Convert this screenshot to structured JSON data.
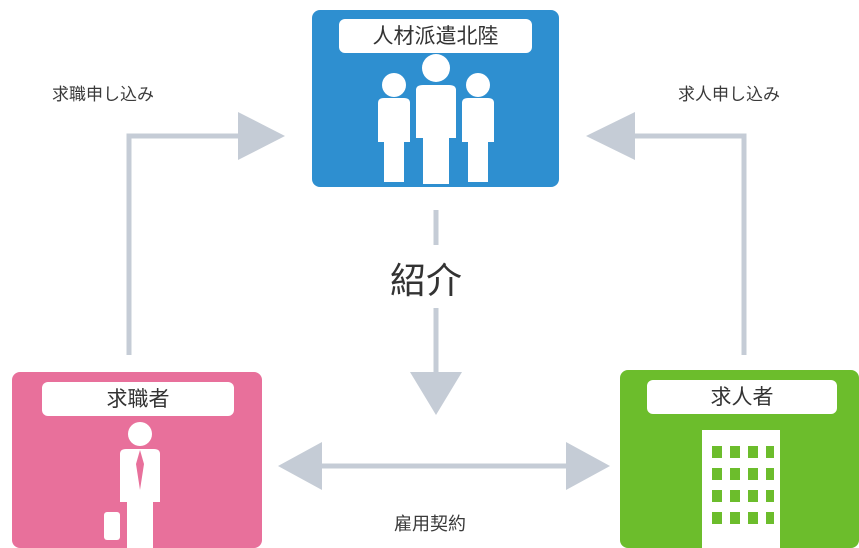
{
  "nodes": {
    "agency": {
      "label": "人材派遣北陸",
      "color": "#2e8fd0",
      "icon": "group-of-people-icon"
    },
    "seeker": {
      "label": "求職者",
      "color": "#e8709b",
      "icon": "businessperson-icon"
    },
    "employer": {
      "label": "求人者",
      "color": "#6cbd2c",
      "icon": "office-building-icon"
    }
  },
  "edges": {
    "seeker_application": {
      "label": "求職申し込み"
    },
    "job_offer_application": {
      "label": "求人申し込み"
    },
    "introduction": {
      "label": "紹介"
    },
    "employment_contract": {
      "label": "雇用契約"
    }
  },
  "arrow_color": "#c5ccd6"
}
